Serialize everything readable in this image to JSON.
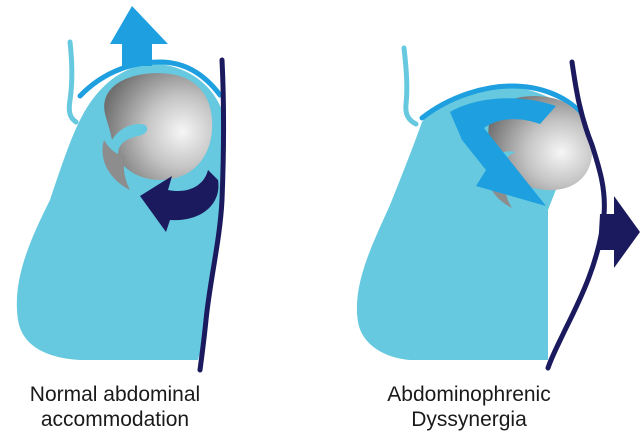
{
  "panels": [
    {
      "caption": [
        "Normal abdominal",
        "accommodation"
      ]
    },
    {
      "caption": [
        "Abdominophrenic",
        "Dyssynergia"
      ]
    }
  ],
  "colors": {
    "abdomen": "#66c9df",
    "diaphragm_arrow": "#1e9fe0",
    "abdominal_wall": "#1b1a5e",
    "stomach_light": "#f4f4f4",
    "stomach_dark": "#7a7a7a"
  }
}
